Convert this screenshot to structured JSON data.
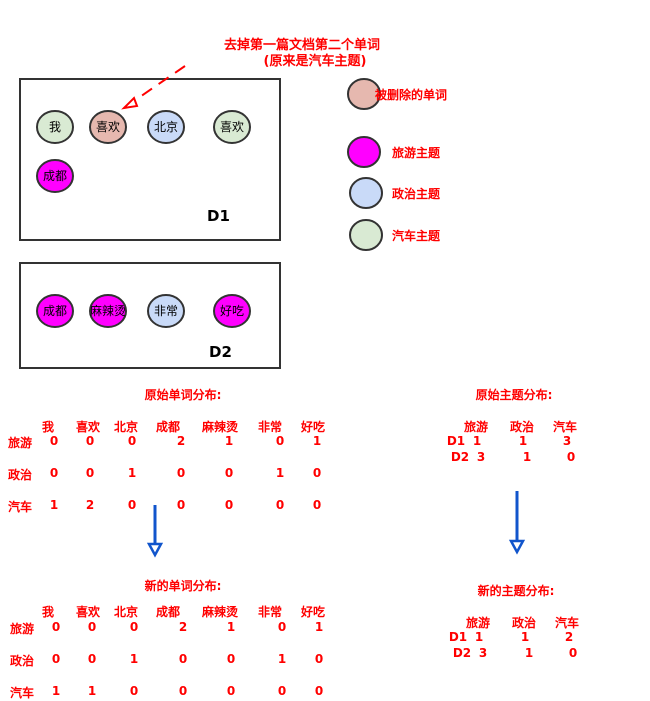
{
  "annotation": {
    "line1": "去掉第一篇文档第二个单词",
    "line2": "(原来是汽车主题)"
  },
  "colors": {
    "removed": "#e6b8af",
    "travel": "#ff00ff",
    "politics": "#c9daf8",
    "car": "#d9ead3",
    "text": "#ff0000",
    "arrow": "#1155cc"
  },
  "documents": [
    {
      "label": "D1",
      "words": [
        {
          "text": "我",
          "topic": "car"
        },
        {
          "text": "喜欢",
          "topic": "removed"
        },
        {
          "text": "北京",
          "topic": "politics"
        },
        {
          "text": "喜欢",
          "topic": "car"
        },
        {
          "text": "成都",
          "topic": "travel"
        }
      ]
    },
    {
      "label": "D2",
      "words": [
        {
          "text": "成都",
          "topic": "travel"
        },
        {
          "text": "麻辣烫",
          "topic": "travel"
        },
        {
          "text": "非常",
          "topic": "politics"
        },
        {
          "text": "好吃",
          "topic": "travel"
        }
      ]
    }
  ],
  "legend": [
    {
      "label": "被删除的单词",
      "topic": "removed"
    },
    {
      "label": "旅游主题",
      "topic": "travel"
    },
    {
      "label": "政治主题",
      "topic": "politics"
    },
    {
      "label": "汽车主题",
      "topic": "car"
    }
  ],
  "word_tables": [
    {
      "title": "原始单词分布:",
      "columns": [
        "我",
        "喜欢",
        "北京",
        "成都",
        "麻辣烫",
        "非常",
        "好吃"
      ],
      "rows": [
        {
          "label": "旅游",
          "values": [
            "0",
            "0",
            "0",
            "2",
            "1",
            "0",
            "1"
          ]
        },
        {
          "label": "政治",
          "values": [
            "0",
            "0",
            "1",
            "0",
            "0",
            "1",
            "0"
          ]
        },
        {
          "label": "汽车",
          "values": [
            "1",
            "2",
            "0",
            "0",
            "0",
            "0",
            "0"
          ]
        }
      ]
    },
    {
      "title": "新的单词分布:",
      "columns": [
        "我",
        "喜欢",
        "北京",
        "成都",
        "麻辣烫",
        "非常",
        "好吃"
      ],
      "rows": [
        {
          "label": "旅游",
          "values": [
            "0",
            "0",
            "0",
            "2",
            "1",
            "0",
            "1"
          ]
        },
        {
          "label": "政治",
          "values": [
            "0",
            "0",
            "1",
            "0",
            "0",
            "1",
            "0"
          ]
        },
        {
          "label": "汽车",
          "values": [
            "1",
            "1",
            "0",
            "0",
            "0",
            "0",
            "0"
          ]
        }
      ]
    }
  ],
  "topic_tables": [
    {
      "title": "原始主题分布:",
      "columns": [
        "旅游",
        "政治",
        "汽车"
      ],
      "rows": [
        {
          "label": "D1",
          "values": [
            "1",
            "1",
            "3"
          ]
        },
        {
          "label": "D2",
          "values": [
            "3",
            "1",
            "0"
          ]
        }
      ]
    },
    {
      "title": "新的主题分布:",
      "columns": [
        "旅游",
        "政治",
        "汽车"
      ],
      "rows": [
        {
          "label": "D1",
          "values": [
            "1",
            "1",
            "2"
          ]
        },
        {
          "label": "D2",
          "values": [
            "3",
            "1",
            "0"
          ]
        }
      ]
    }
  ]
}
